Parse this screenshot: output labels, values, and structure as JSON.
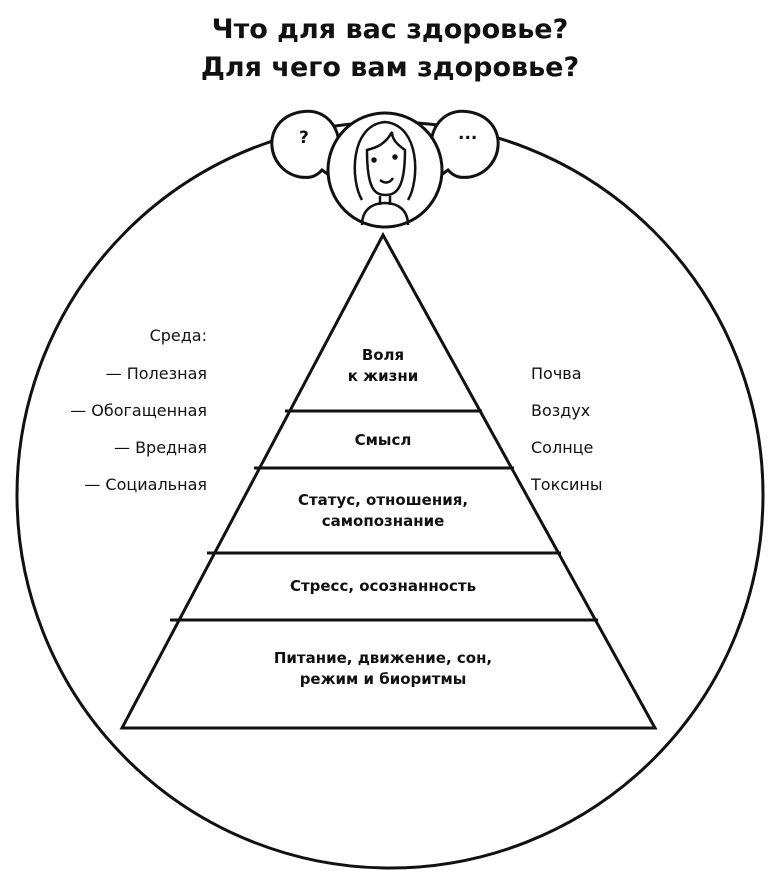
{
  "title": {
    "line1": "Что для вас здоровье?",
    "line2": "Для чего вам здоровье?"
  },
  "bubbles": {
    "question": "?",
    "ellipsis": "..."
  },
  "environment": {
    "heading": "Среда:",
    "items": [
      "— Полезная",
      "— Обогащенная",
      "— Вредная",
      "— Социальная"
    ]
  },
  "factors": [
    "Почва",
    "Воздух",
    "Солнце",
    "Токсины"
  ],
  "pyramid": [
    {
      "line1": "Воля",
      "line2": "к жизни"
    },
    {
      "line1": "Смысл"
    },
    {
      "line1": "Статус, отношения,",
      "line2": "самопознание"
    },
    {
      "line1": "Стресс, осознанность"
    },
    {
      "line1": "Питание, движение, сон,",
      "line2": "режим и биоритмы"
    }
  ]
}
